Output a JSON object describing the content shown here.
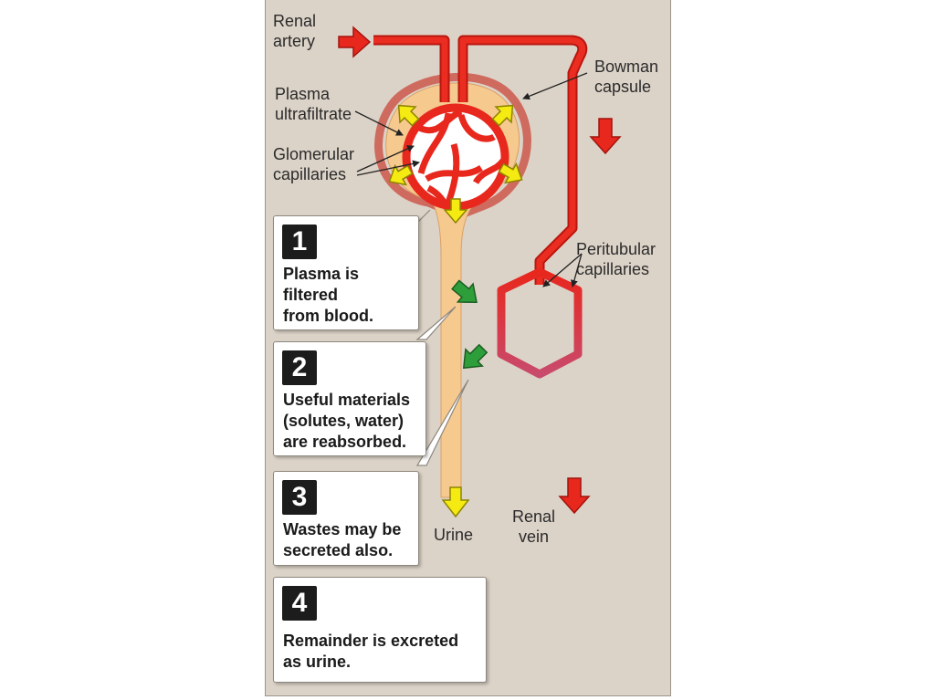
{
  "labels": {
    "renal_artery": "Renal\nartery",
    "bowman_capsule": "Bowman\ncapsule",
    "plasma_ultrafiltrate": "Plasma\nultrafiltrate",
    "glomerular_capillaries": "Glomerular\ncapillaries",
    "peritubular_capillaries": "Peritubular\ncapillaries",
    "urine": "Urine",
    "renal_vein": "Renal\nvein"
  },
  "steps": [
    {
      "number": "1",
      "text": "Plasma is\nfiltered\nfrom blood."
    },
    {
      "number": "2",
      "text": "Useful materials\n(solutes, water)\nare reabsorbed."
    },
    {
      "number": "3",
      "text": "Wastes may be\nsecreted also."
    },
    {
      "number": "4",
      "text": "Remainder is excreted\nas urine."
    }
  ],
  "colors": {
    "panel": "#dcd3c8",
    "tubule": "#f6c98f",
    "capsule_wall": "#d9776b",
    "blood": "#e8271d",
    "vein": "#8a4aa0",
    "filtration_arrow": "#f5ea12",
    "reabsorption_arrow": "#2e9e3a"
  }
}
